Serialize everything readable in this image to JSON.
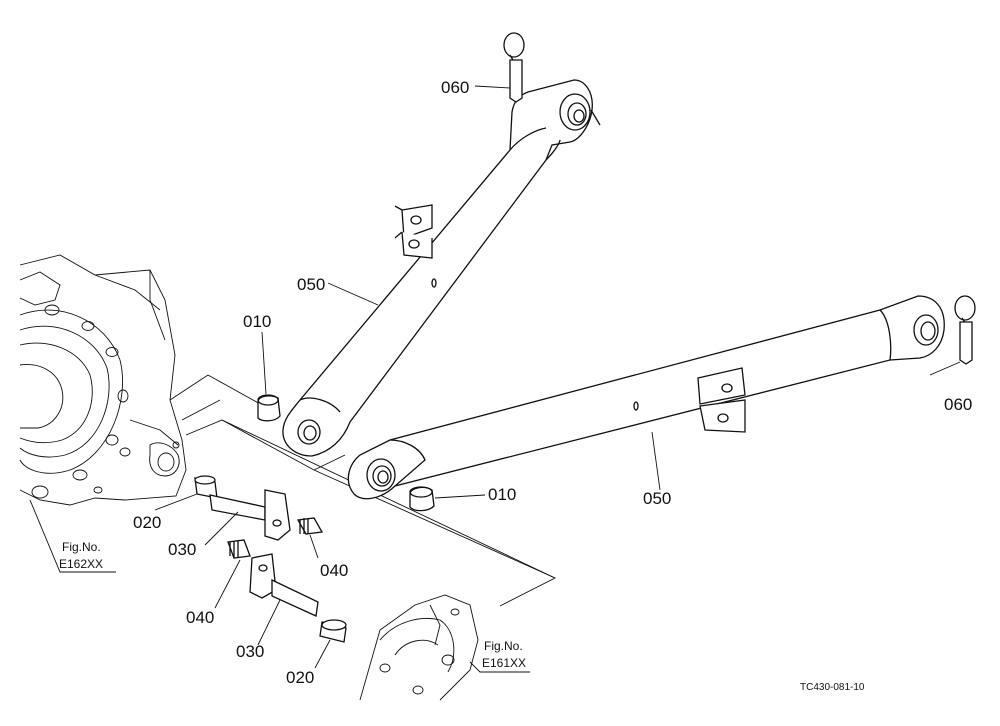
{
  "callouts": {
    "p060_top": "060",
    "p050_upper": "050",
    "p010_left": "010",
    "p060_right": "060",
    "p010_right": "010",
    "p050_lower": "050",
    "p020_left": "020",
    "p030_left": "030",
    "p040_mid": "040",
    "p040_left": "040",
    "p030_low": "030",
    "p020_low": "020"
  },
  "references": {
    "fig_left_line1": "Fig.No.",
    "fig_left_line2": "E162XX",
    "fig_right_line1": "Fig.No.",
    "fig_right_line2": "E161XX"
  },
  "drawing_code": "TC430-081-10"
}
